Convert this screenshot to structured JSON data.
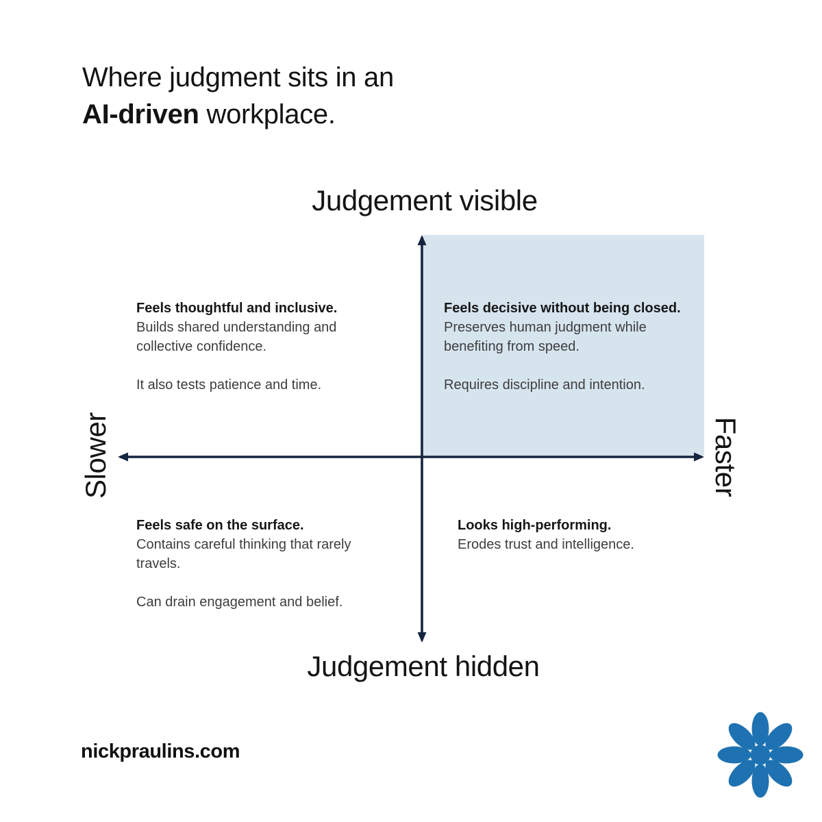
{
  "title": {
    "line1": "Where judgment sits in an",
    "line2_bold": "AI-driven",
    "line2_rest": " workplace."
  },
  "axes": {
    "top_label": "Judgement visible",
    "bottom_label": "Judgement hidden",
    "left_label": "Slower",
    "right_label": "Faster"
  },
  "quadrants": {
    "top_left": {
      "heading": "Feels thoughtful and inclusive.",
      "body": "Builds shared understanding and\ncollective confidence.",
      "note": "It also tests patience and time."
    },
    "top_right": {
      "heading": "Feels decisive without being closed.",
      "body": "Preserves human judgment while\nbenefiting from speed.",
      "note": "Requires discipline and intention.",
      "highlighted": true
    },
    "bottom_left": {
      "heading": "Feels safe on the surface.",
      "body": "Contains careful thinking that rarely\ntravels.",
      "note": "Can drain engagement and belief."
    },
    "bottom_right": {
      "heading": "Looks high-performing.",
      "body": "Erodes trust and intelligence.",
      "note": ""
    }
  },
  "footer": {
    "website": "nickpraulins.com"
  },
  "icons": {
    "logo": "asterisk-flower"
  },
  "colors": {
    "axis": "#15243f",
    "highlight_quadrant": "#d6e4ee",
    "logo_blue": "#1e72b1",
    "body_text": "#3d3d3d",
    "heading_text": "#161616"
  }
}
